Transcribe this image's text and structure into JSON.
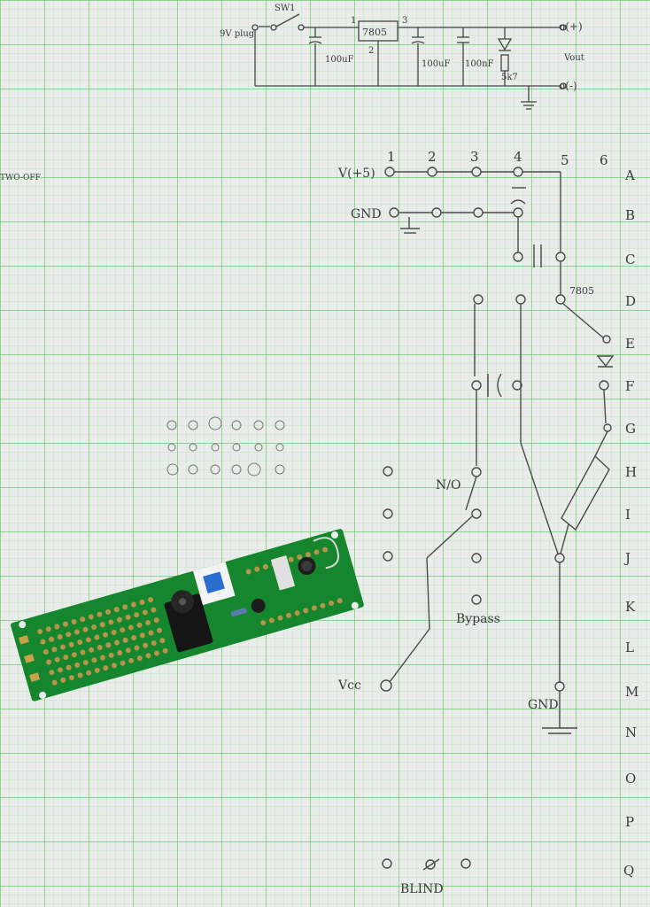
{
  "schematic": {
    "sw1": "SW1",
    "plug": "9V plug",
    "regulator": "7805",
    "pin1": "1",
    "pin2": "2",
    "pin3": "3",
    "cap1": "100uF",
    "cap2": "100uF",
    "cap3": "100nF",
    "resistor": "5k7",
    "vout": "Vout",
    "plus": "o(+)",
    "minus": "o(-)"
  },
  "left_note": "TWO-OFF",
  "columns": [
    "1",
    "2",
    "3",
    "4",
    "5",
    "6"
  ],
  "rows": [
    "A",
    "B",
    "C",
    "D",
    "E",
    "F",
    "G",
    "H",
    "I",
    "J",
    "K",
    "L",
    "M",
    "N",
    "O",
    "P",
    "Q"
  ],
  "layout_labels": {
    "v5": "V(+5)",
    "gnd": "GND",
    "reg": "7805",
    "no": "N/O",
    "bypass": "Bypass",
    "vcc": "Vcc",
    "gnd2": "GND",
    "blind": "BLIND"
  },
  "colors": {
    "paper": "#e9ecea",
    "grid_major": "#55c24f",
    "grid_minor": "#a8dca3",
    "pencil": "#3a3a3a",
    "pcb": "#15862e",
    "switch_blue": "#2a6fd0"
  }
}
